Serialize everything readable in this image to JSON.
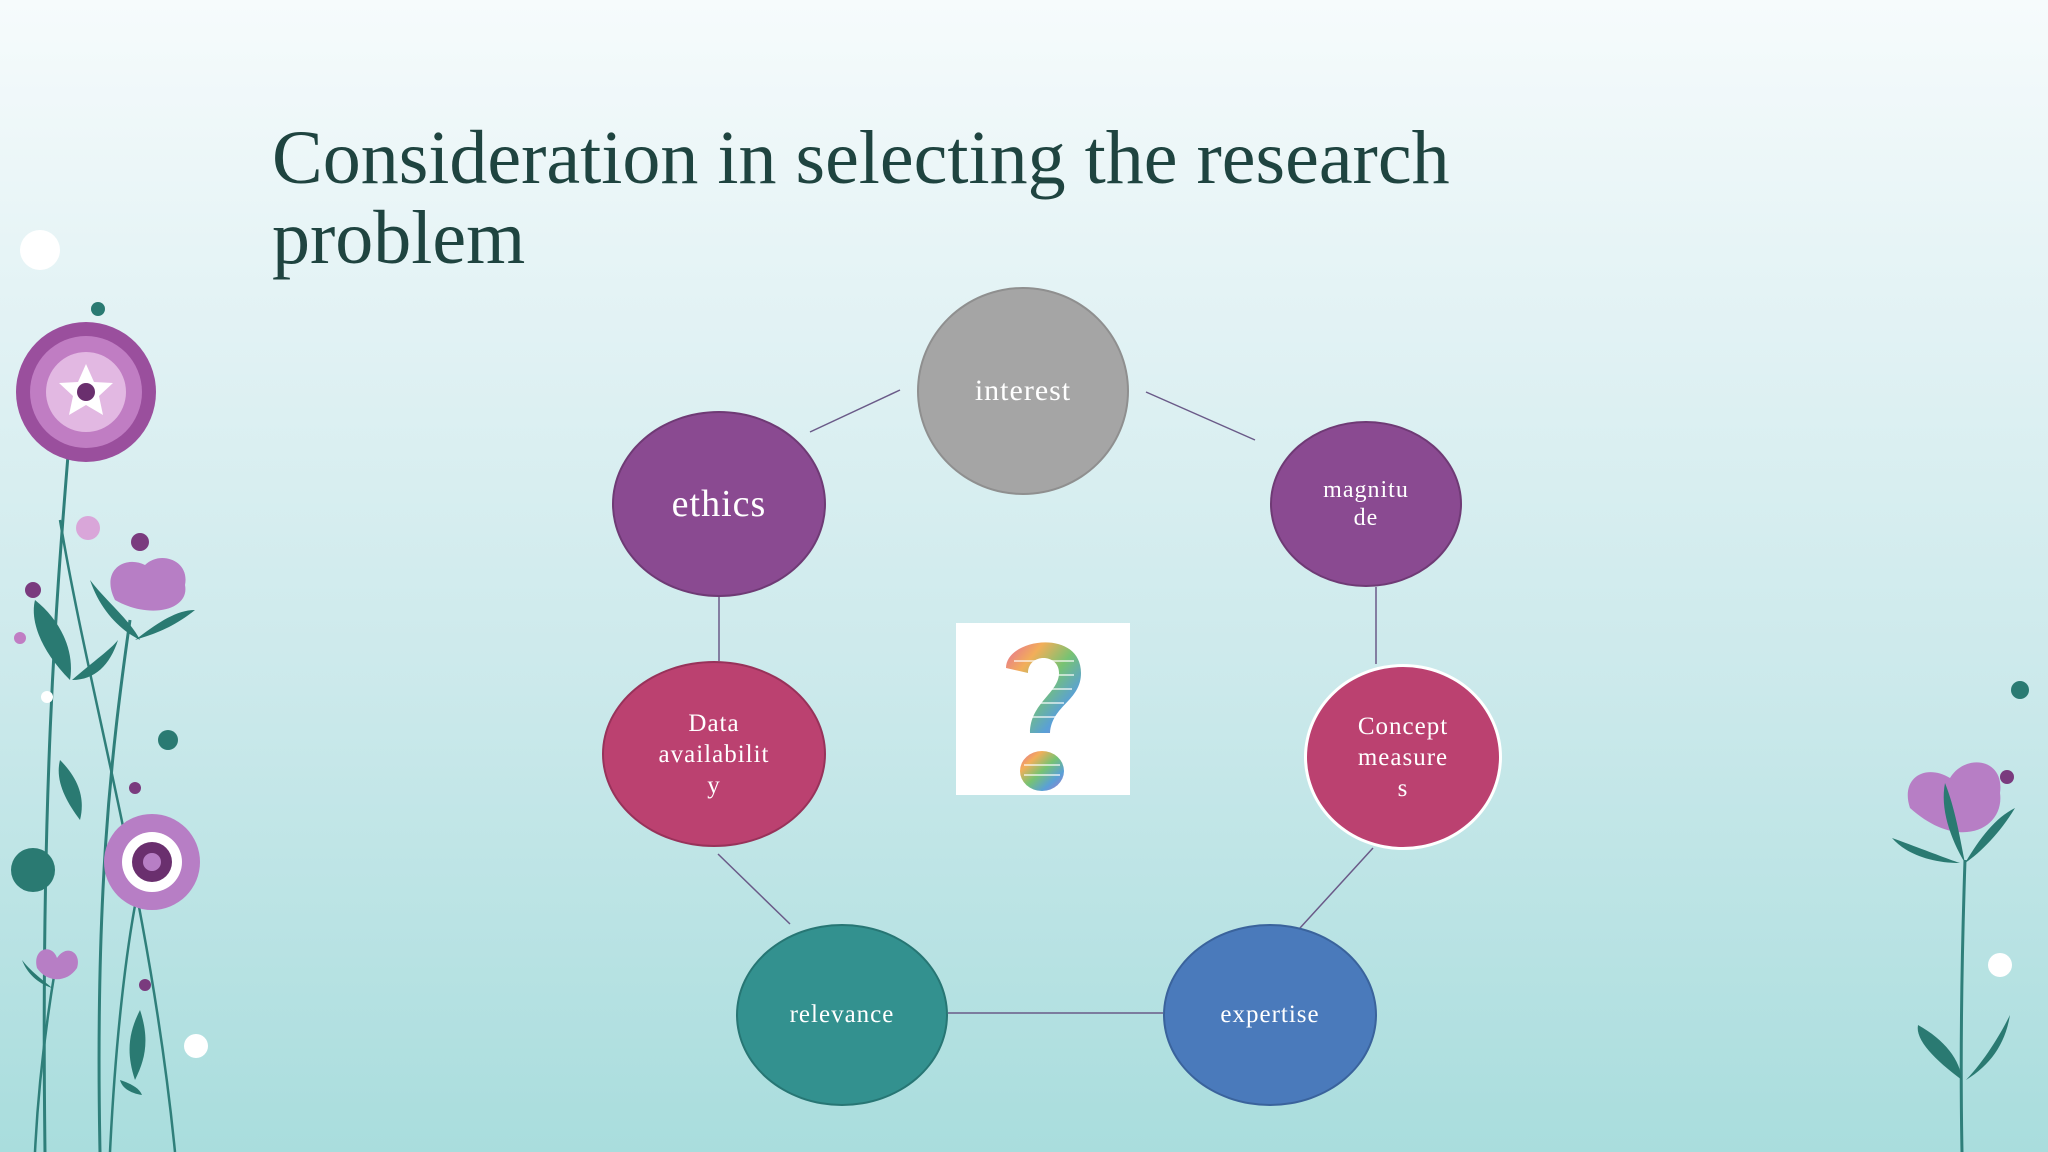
{
  "slide": {
    "title": "Consideration in selecting the research problem"
  },
  "cycle": {
    "nodes": [
      {
        "label": "interest",
        "color": "#a5a5a5"
      },
      {
        "label": "magnitu\nde",
        "color": "#8a4a91"
      },
      {
        "label": "Concept\nmeasure\ns",
        "color": "#bb4170"
      },
      {
        "label": "expertise",
        "color": "#4a7abb"
      },
      {
        "label": "relevance",
        "color": "#33918f"
      },
      {
        "label": "Data\navailabilit\ny",
        "color": "#bb4170"
      },
      {
        "label": "ethics",
        "color": "#8a4a91"
      }
    ],
    "center_image": "question-mark-word-cloud"
  },
  "colors": {
    "title": "#1f4440",
    "connector": "#6a5a88"
  }
}
